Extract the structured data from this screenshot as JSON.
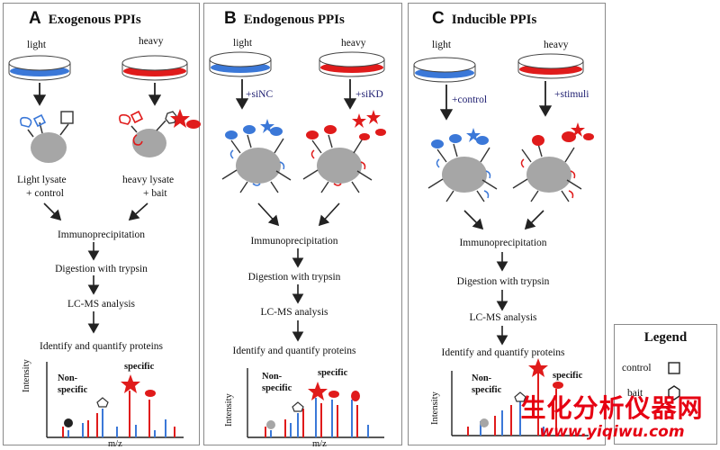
{
  "panels": [
    {
      "letter": "A",
      "title": "Exogenous PPIs",
      "light_label": "light",
      "heavy_label": "heavy",
      "lysate_light": "Light lysate",
      "lysate_light_sub": "+ control",
      "lysate_heavy": "heavy lysate",
      "lysate_heavy_sub": "+ bait"
    },
    {
      "letter": "B",
      "title": "Endogenous PPIs",
      "light_label": "light",
      "heavy_label": "heavy",
      "treat_light": "+siNC",
      "treat_heavy": "+siKD"
    },
    {
      "letter": "C",
      "title": "Inducible PPIs",
      "light_label": "light",
      "heavy_label": "heavy",
      "treat_light": "+control",
      "treat_heavy": "+stimuli"
    }
  ],
  "steps": [
    "Immunoprecipitation",
    "Digestion with trypsin",
    "LC-MS analysis",
    "Identify and quantify proteins"
  ],
  "spectrum": {
    "nonspecific_label": "Non-\nspecific",
    "specific_label": "specific",
    "y_label": "Intensity",
    "x_label": "m/z"
  },
  "spectrum_B": {
    "nonspecific_label": "Non-\nspecific",
    "specific_label": "specific"
  },
  "spectrum_C": {
    "nonspecific_label": "Non-\nspecific",
    "specific_label": "specific"
  },
  "legend": {
    "title": "Legend",
    "items": [
      "control",
      "bait"
    ]
  },
  "watermark": {
    "cn": "生化分析仪器网",
    "url": "www.yiqiwu.com"
  },
  "colors": {
    "light": "#3b78d8",
    "heavy": "#e01b1b",
    "protein": "#a6a6a6",
    "navy": "#1a1a6e"
  }
}
